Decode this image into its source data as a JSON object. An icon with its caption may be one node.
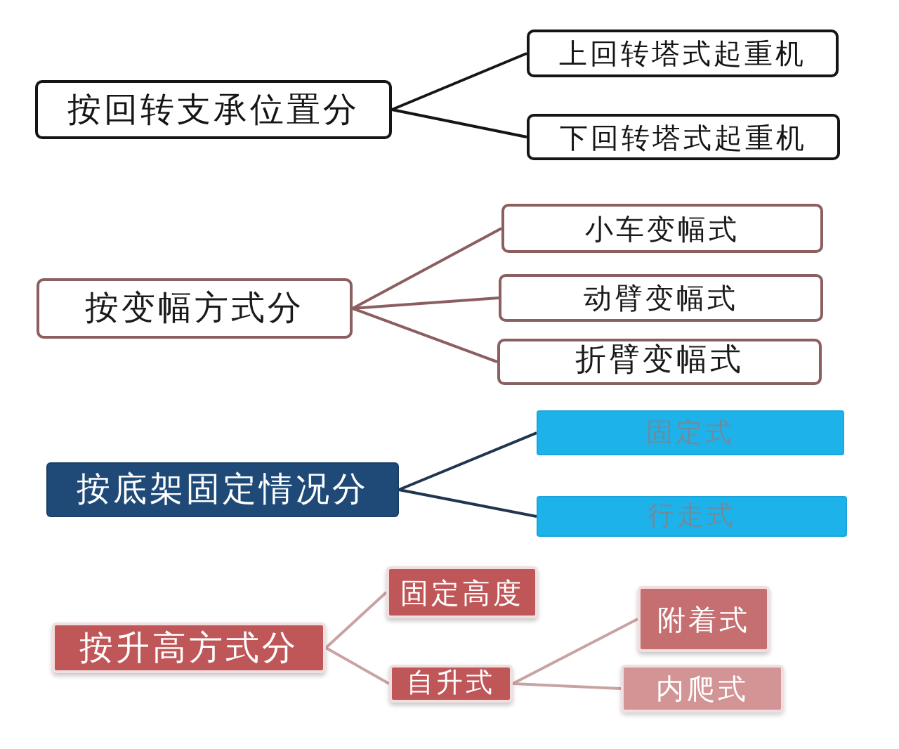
{
  "diagram": {
    "nodes": [
      {
        "text": [
          "按回转支承位置分"
        ]
      },
      {
        "text": [
          "上回转塔式起重机"
        ]
      },
      {
        "text": [
          "下回转塔式起重机"
        ]
      },
      {
        "text": [
          "按变幅方式分"
        ]
      },
      {
        "text": [
          "小车变幅式"
        ]
      },
      {
        "text": [
          "动臂变幅式"
        ]
      },
      {
        "text": [
          "折臂变幅式"
        ]
      },
      {
        "text": [
          "按底架固定情况分"
        ]
      },
      {
        "text": [
          "固定式"
        ]
      },
      {
        "text": [
          "行走式"
        ]
      },
      {
        "text": [
          "按升高方式分"
        ]
      },
      {
        "text": [
          "固定高度"
        ]
      },
      {
        "text": [
          "自升式"
        ]
      },
      {
        "text": [
          "附着式"
        ]
      },
      {
        "text": [
          "内爬式"
        ]
      }
    ],
    "edges": [
      {
        "from": 0,
        "to": 1,
        "arrow": "none",
        "color": "#151515"
      },
      {
        "from": 0,
        "to": 2,
        "arrow": "none",
        "color": "#151515"
      },
      {
        "from": 3,
        "to": 4,
        "arrow": "none",
        "color": "#8b5e60"
      },
      {
        "from": 3,
        "to": 5,
        "arrow": "none",
        "color": "#8b5e60"
      },
      {
        "from": 3,
        "to": 6,
        "arrow": "none",
        "color": "#8b5e60"
      },
      {
        "from": 7,
        "to": 8,
        "arrow": "none",
        "color": "#1f3550"
      },
      {
        "from": 7,
        "to": 9,
        "arrow": "none",
        "color": "#1f3550"
      },
      {
        "from": 10,
        "to": 11,
        "arrow": "none",
        "color": "#c9a3a3"
      },
      {
        "from": 10,
        "to": 12,
        "arrow": "none",
        "color": "#c9a3a3"
      },
      {
        "from": 12,
        "to": 13,
        "arrow": "none",
        "color": "#c9a3a3"
      },
      {
        "from": 12,
        "to": 14,
        "arrow": "none",
        "color": "#c9a3a3"
      }
    ]
  }
}
